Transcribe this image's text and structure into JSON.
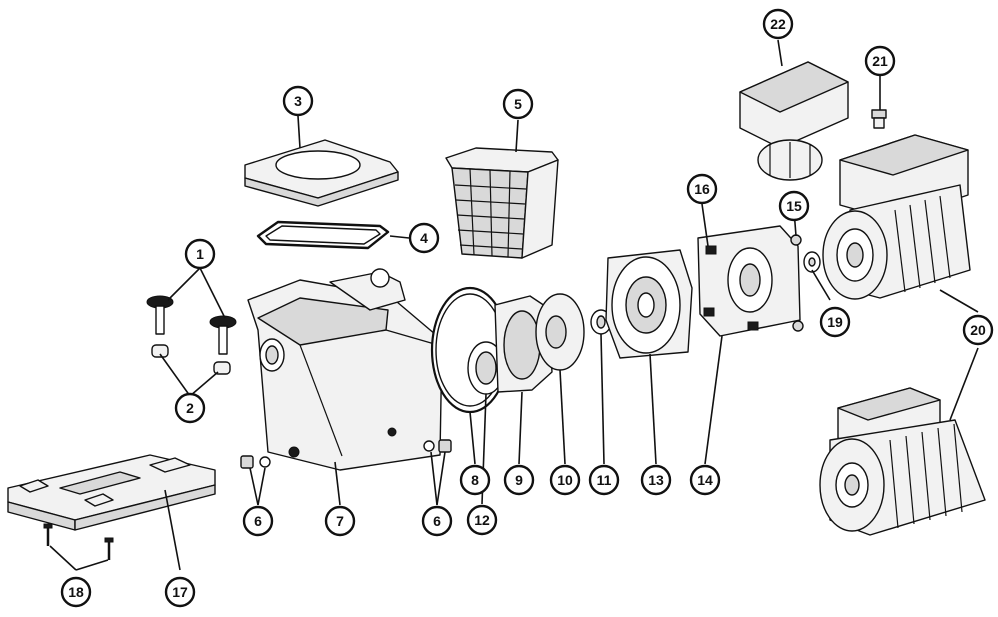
{
  "callouts": {
    "c1": "1",
    "c2": "2",
    "c3": "3",
    "c4": "4",
    "c5": "5",
    "c6a": "6",
    "c6b": "6",
    "c7": "7",
    "c8": "8",
    "c9": "9",
    "c10": "10",
    "c11": "11",
    "c12": "12",
    "c13": "13",
    "c14": "14",
    "c15": "15",
    "c16": "16",
    "c17": "17",
    "c18": "18",
    "c19": "19",
    "c20": "20",
    "c21": "21",
    "c22": "22"
  },
  "colors": {
    "line": "#111111",
    "fill": "#f2f2f2",
    "shade": "#d9d9d9",
    "background": "#ffffff"
  }
}
